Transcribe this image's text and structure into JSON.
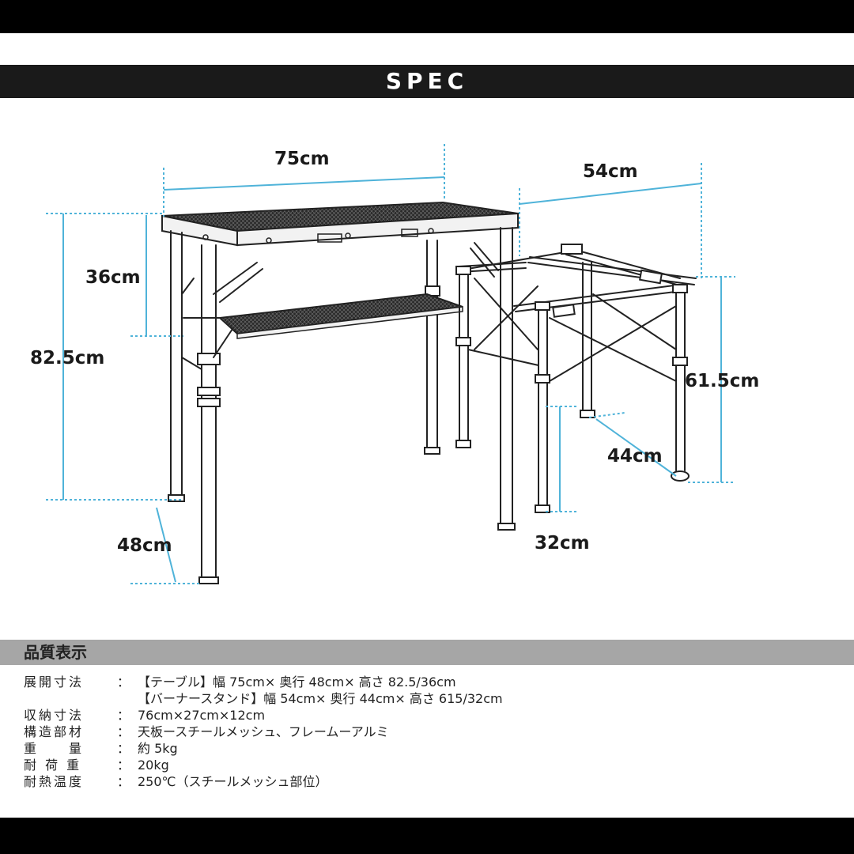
{
  "header": {
    "title": "SPEC"
  },
  "dimensions": {
    "table_width": "75cm",
    "burner_width": "54cm",
    "table_low_height": "36cm",
    "table_height": "82.5cm",
    "burner_height": "61.5cm",
    "burner_depth": "44cm",
    "table_depth": "48cm",
    "burner_low_height": "32cm"
  },
  "quality": {
    "title": "品質表示",
    "rows": [
      {
        "label": "展開寸法",
        "value": "【テーブル】幅 75cm× 奥行 48cm× 高さ 82.5/36cm"
      },
      {
        "label": "",
        "value": "【バーナースタンド】幅 54cm× 奥行 44cm× 高さ 615/32cm"
      },
      {
        "label": "収納寸法",
        "value": "76cm×27cm×12cm"
      },
      {
        "label": "構造部材",
        "value": "天板ースチールメッシュ、フレームーアルミ"
      },
      {
        "label": "重　　量",
        "value": "約 5kg"
      },
      {
        "label": "耐 荷 重",
        "value": "20kg"
      },
      {
        "label": "耐熱温度",
        "value": "250℃（スチールメッシュ部位）"
      }
    ]
  },
  "colors": {
    "dimension_line": "#4fb3d9",
    "header_bg": "#1a1a1a",
    "quality_bar": "#a6a6a6"
  }
}
